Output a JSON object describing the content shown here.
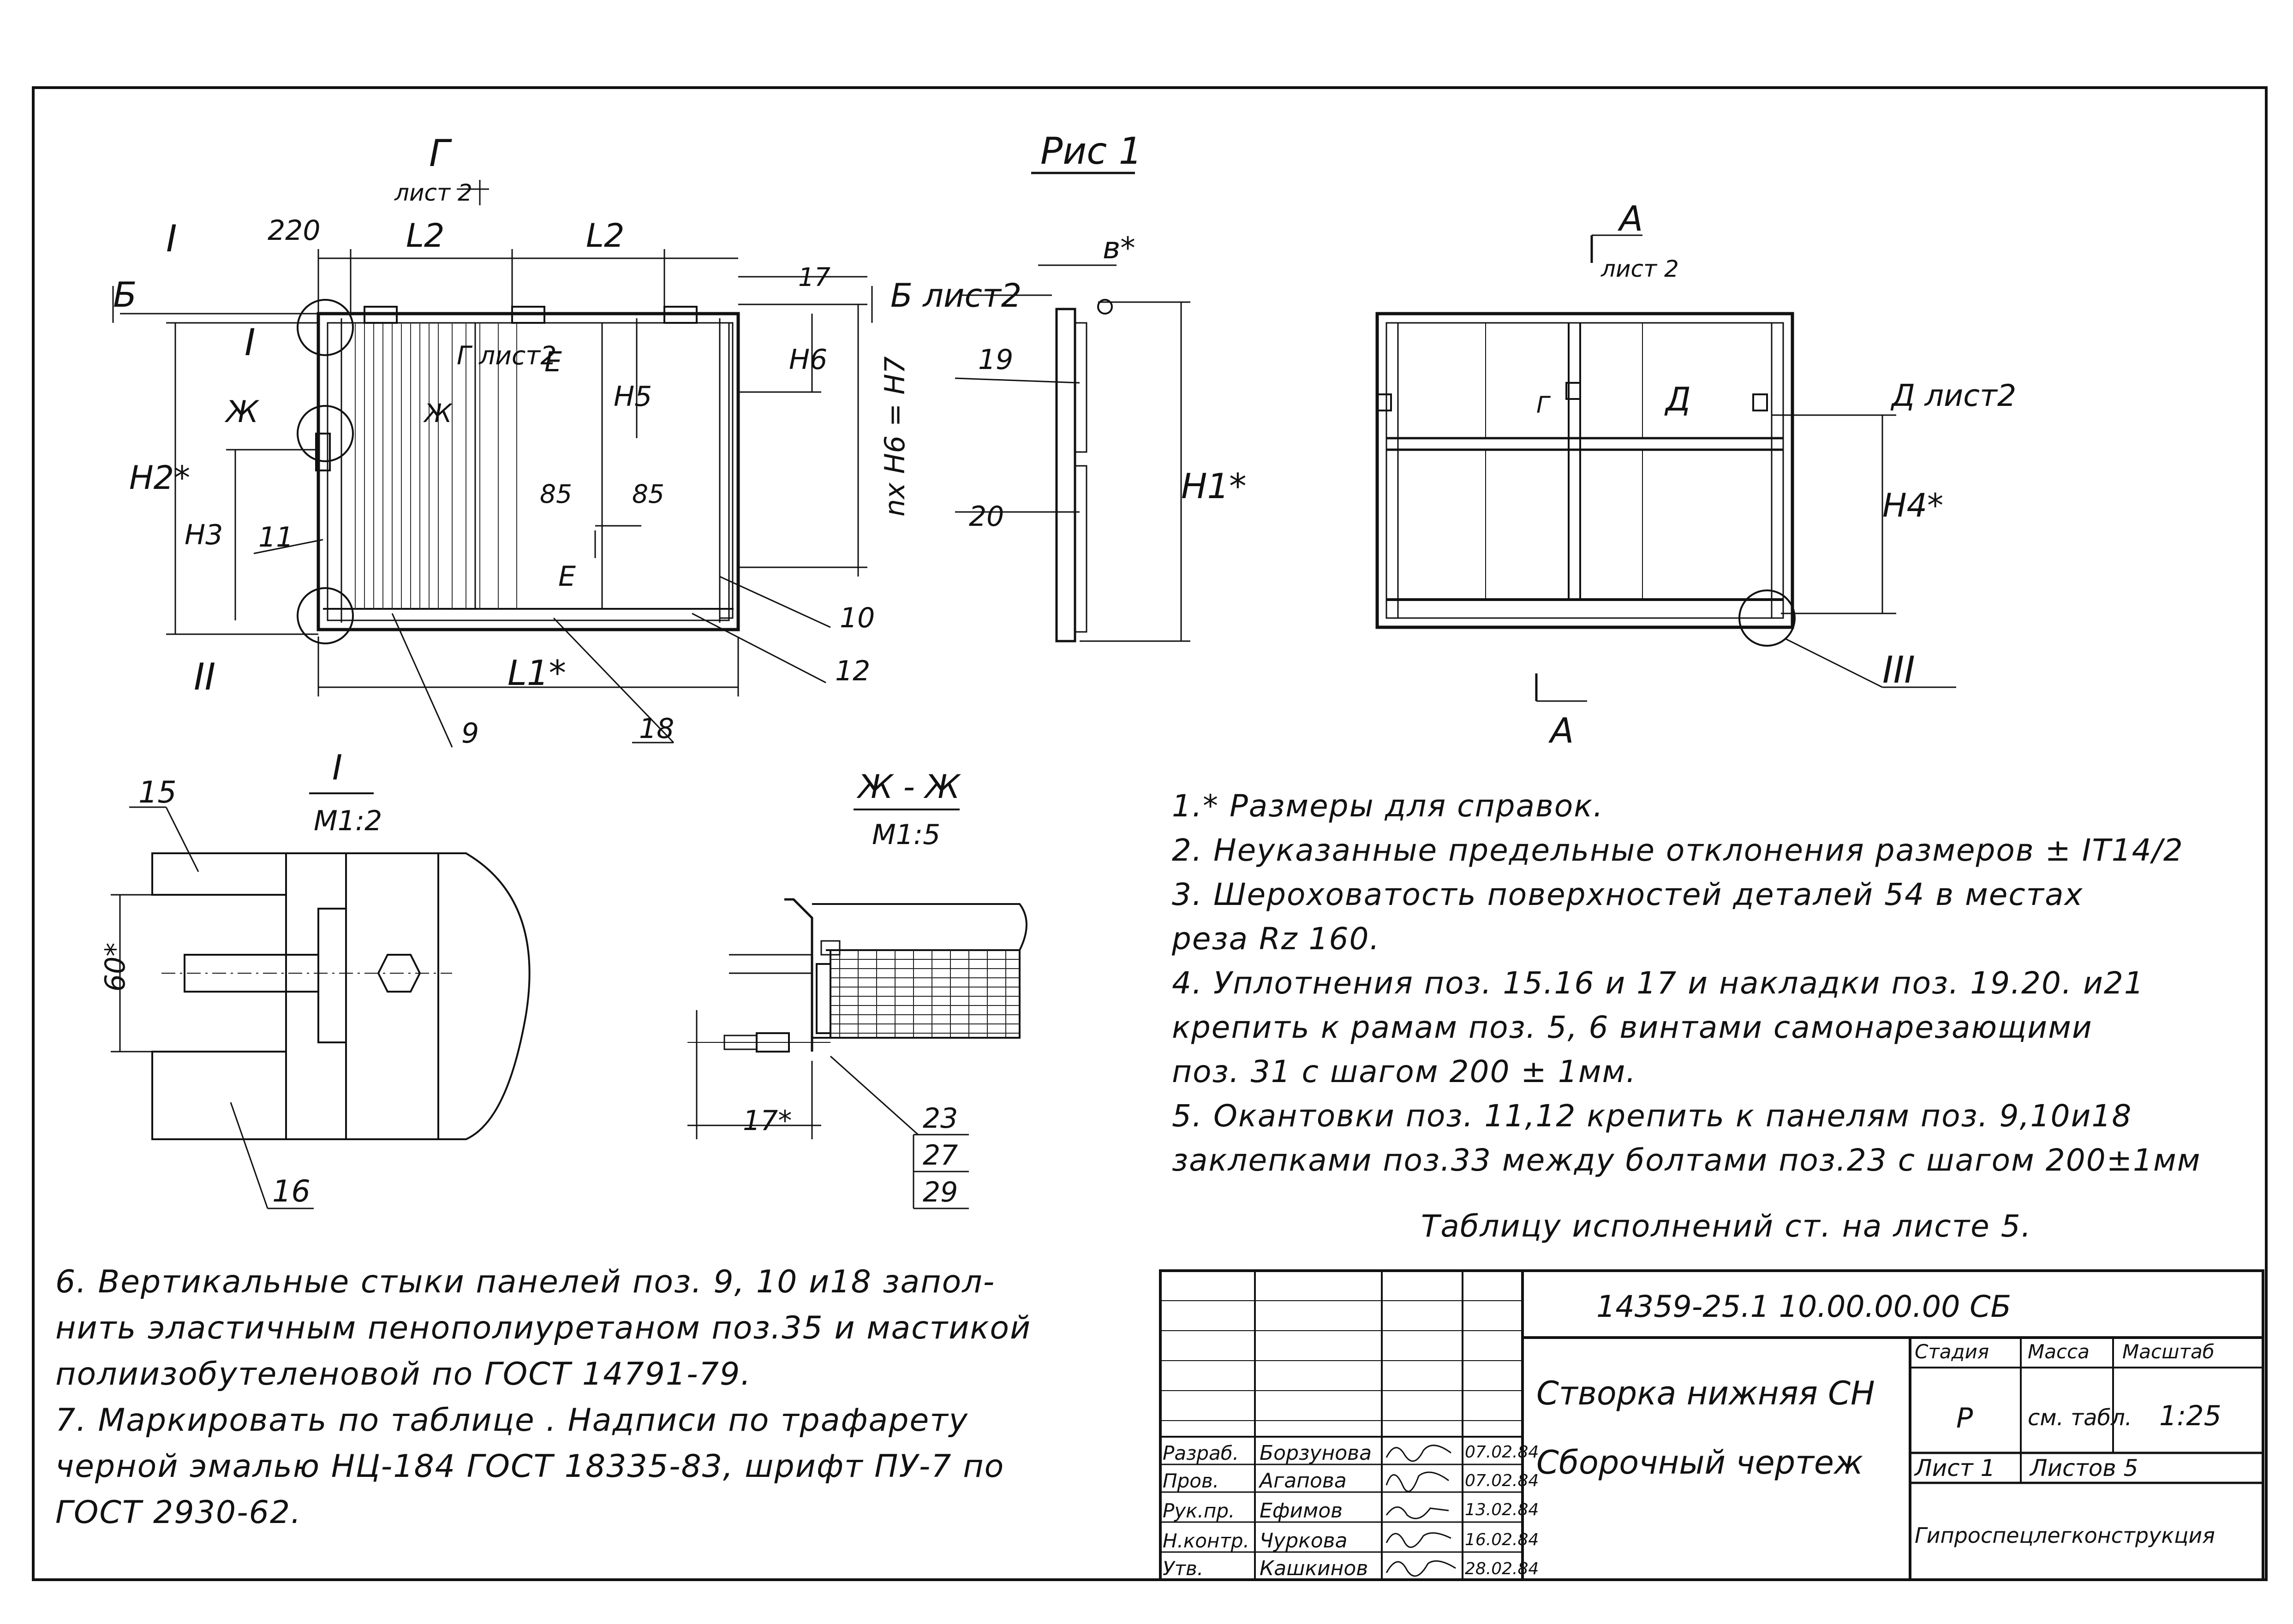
{
  "fig_title": "Рис 1",
  "labels": {
    "g_view": "Г",
    "list2": "лист 2",
    "b_view": "Б",
    "b_list2": "Б лист2",
    "a_view": "А",
    "d_list2": "Д лист2",
    "d": "Д",
    "g_small": "Г",
    "g_list2": "Г лист2",
    "e_top": "Е",
    "e_bot": "Е",
    "zh": "Ж",
    "zh2": "Ж",
    "roman1": "I",
    "roman1b": "I",
    "roman2": "II",
    "roman3": "III",
    "dim_220": "220",
    "dim_l2a": "L2",
    "dim_l2b": "L2",
    "dim_17": "17",
    "dim_h6": "H6",
    "dim_h5": "H5",
    "dim_nh6": "nх H6 = H7",
    "dim_h2": "H2*",
    "dim_h3": "H3",
    "dim_85a": "85",
    "dim_85b": "85",
    "dim_l1": "L1*",
    "dim_b": "в*",
    "dim_h1": "H1*",
    "dim_h4": "H4*",
    "pos_9": "9",
    "pos_10": "10",
    "pos_11": "11",
    "pos_12": "12",
    "pos_18": "18",
    "pos_19": "19",
    "pos_20": "20",
    "pos_15": "15",
    "pos_16": "16",
    "pos_23": "23",
    "pos_27": "27",
    "pos_29": "29",
    "detail1_title": "I",
    "detail1_scale": "М1:2",
    "detail1_dim": "60*",
    "detail2_title": "Ж - Ж",
    "detail2_scale": "М1:5",
    "detail2_dim": "17*"
  },
  "notes_right": [
    "1.* Размеры   для   справок.",
    "2. Неуказанные   предельные   отклонения размеров ± IT14/2",
    "3. Шероховатость поверхностей деталей 54 в местах",
    "    реза    Rz 160.",
    "4. Уплотнения   поз. 15.16 и 17  и  накладки  поз. 19.20. и21",
    "    крепить  к  рамам  поз. 5, 6   винтами  самонарезающими",
    "    поз. 31   с  шагом   200 ± 1мм.",
    "5. Окантовки   поз. 11,12   крепить   к   панелям поз. 9,10и18",
    "    заклепками  поз.33   между   болтами поз.23 с шагом 200±1мм"
  ],
  "table_ref": "Таблицу   исполнений   ст.  на   листе 5.",
  "notes_left": [
    "6. Вертикальные   стыки   панелей   поз. 9, 10 и18   запол-",
    "    нить эластичным пенополиуретаном поз.35  и  мастикой",
    "    полиизобутеленовой        по    ГОСТ 14791-79.",
    "7. Маркировать   по   таблице . Надписи   по   трафарету",
    "    черной  эмалью  НЦ-184 ГОСТ 18335-83, шрифт  ПУ-7  по",
    "    ГОСТ 2930-62."
  ],
  "title_block": {
    "doc_code": "14359-25.1  10.00.00.00 СБ",
    "name_line1": "Створка нижняя СН",
    "name_line2": "Сборочный    чертеж",
    "col_stage": "Стадия",
    "col_mass": "Масса",
    "col_scale": "Масштаб",
    "stage": "Р",
    "mass": "см. табл.",
    "scale": "1:25",
    "sheet": "Лист 1",
    "sheets": "Листов 5",
    "org": "Гипроспецлегконструкция",
    "roles": [
      "Разраб.",
      "Пров.",
      "Рук.пр.",
      "Н.контр.",
      "Утв."
    ],
    "names": [
      "Борзунова",
      "Агапова",
      "Ефимов",
      "Чуркова",
      "Кашкинов"
    ],
    "signs": [
      "",
      "",
      "",
      "",
      ""
    ],
    "dates": [
      "07.02.84",
      "07.02.84",
      "13.02.84",
      "16.02.84",
      "28.02.84"
    ]
  }
}
